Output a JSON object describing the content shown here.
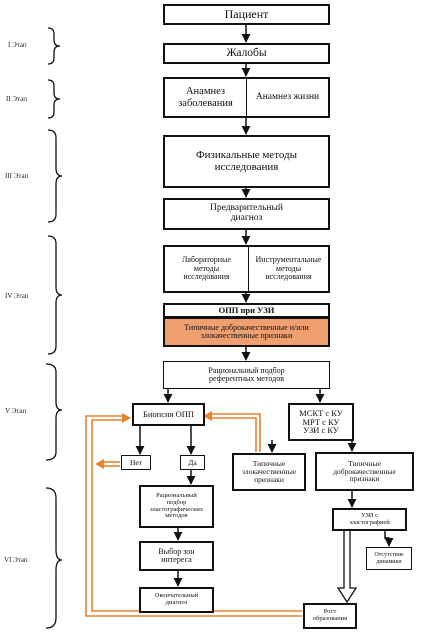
{
  "stages": [
    "I Этап",
    "II Этап",
    "III Этап",
    "IV Этап",
    "V Этап",
    "VI Этап"
  ],
  "boxes": {
    "patient": "Пациент",
    "complaints": "Жалобы",
    "anamnesis_disease": "Анамнез заболевания",
    "anamnesis_life": "Анамнез жизни",
    "physical_methods": "Физикальные методы исследования",
    "preliminary_diagnosis": "Предварительный диагноз",
    "lab_methods": "Лабораторные методы исследования",
    "instrumental_methods": "Инструментальные методы исследования",
    "opp_uzi": "ОПП при УЗИ",
    "typical_signs": "Типичные доброкачественные и/или злокачественные признаки",
    "rational_selection": "Рациональный подбор референтных методов",
    "biopsy": "Биопсия ОПП",
    "msct_mrt_uzi": "МСКТ с КУ МРТ с КУ УЗИ с КУ",
    "no": "Нет",
    "yes": "Да",
    "typical_malignant": "Типичные злокачественные признаки",
    "typical_benign": "Типичные доброкачественные признаки",
    "rational_elasto": "Рациональный подбор эластографических методов",
    "uzi_elasto": "УЗИ с эластографией",
    "zone_select": "Выбор зон интереса",
    "no_dynamics": "Отсутствие динамики",
    "final_diagnosis": "Окончательный диагноз",
    "growth": "Рост образования"
  },
  "colors": {
    "orange": "#e8822e",
    "orange_fill": "#f0a070",
    "line": "#111111"
  }
}
